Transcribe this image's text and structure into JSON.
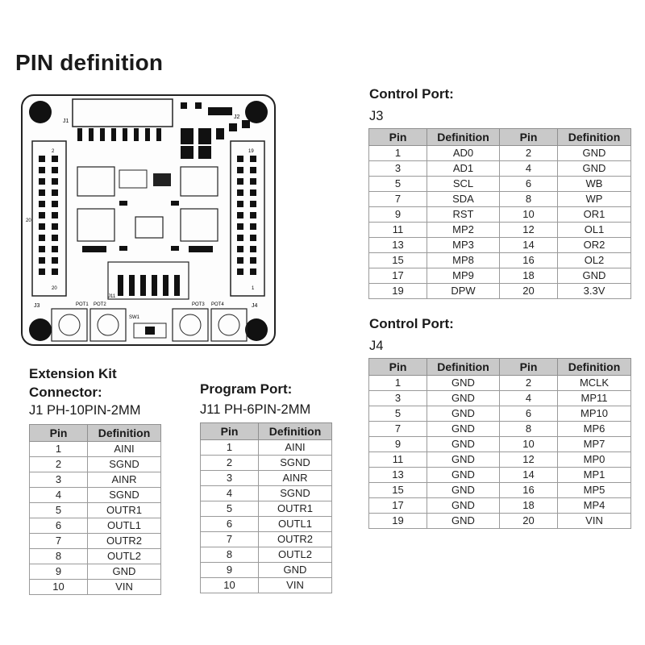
{
  "title": "PIN definition",
  "board": {
    "labels": {
      "j1": "J1",
      "j2": "J2",
      "j3": "J3",
      "j4": "J4",
      "j11": "J11",
      "sw1": "SW1",
      "pot1": "POT1",
      "pot2": "POT2",
      "pot3": "POT3",
      "pot4": "POT4",
      "h2": "2",
      "h20": "20",
      "h19": "19",
      "h1": "1"
    }
  },
  "control_j3": {
    "title": "Control Port:",
    "subtitle": "J3",
    "headers": [
      "Pin",
      "Definition",
      "Pin",
      "Definition"
    ],
    "rows": [
      [
        "1",
        "AD0",
        "2",
        "GND"
      ],
      [
        "3",
        "AD1",
        "4",
        "GND"
      ],
      [
        "5",
        "SCL",
        "6",
        "WB"
      ],
      [
        "7",
        "SDA",
        "8",
        "WP"
      ],
      [
        "9",
        "RST",
        "10",
        "OR1"
      ],
      [
        "11",
        "MP2",
        "12",
        "OL1"
      ],
      [
        "13",
        "MP3",
        "14",
        "OR2"
      ],
      [
        "15",
        "MP8",
        "16",
        "OL2"
      ],
      [
        "17",
        "MP9",
        "18",
        "GND"
      ],
      [
        "19",
        "DPW",
        "20",
        "3.3V"
      ]
    ]
  },
  "control_j4": {
    "title": "Control Port:",
    "subtitle": "J4",
    "headers": [
      "Pin",
      "Definition",
      "Pin",
      "Definition"
    ],
    "rows": [
      [
        "1",
        "GND",
        "2",
        "MCLK"
      ],
      [
        "3",
        "GND",
        "4",
        "MP11"
      ],
      [
        "5",
        "GND",
        "6",
        "MP10"
      ],
      [
        "7",
        "GND",
        "8",
        "MP6"
      ],
      [
        "9",
        "GND",
        "10",
        "MP7"
      ],
      [
        "11",
        "GND",
        "12",
        "MP0"
      ],
      [
        "13",
        "GND",
        "14",
        "MP1"
      ],
      [
        "15",
        "GND",
        "16",
        "MP5"
      ],
      [
        "17",
        "GND",
        "18",
        "MP4"
      ],
      [
        "19",
        "GND",
        "20",
        "VIN"
      ]
    ]
  },
  "extension": {
    "title_line1": "Extension Kit",
    "title_line2": "Connector:",
    "subtitle": "J1 PH-10PIN-2MM",
    "headers": [
      "Pin",
      "Definition"
    ],
    "rows": [
      [
        "1",
        "AINI"
      ],
      [
        "2",
        "SGND"
      ],
      [
        "3",
        "AINR"
      ],
      [
        "4",
        "SGND"
      ],
      [
        "5",
        "OUTR1"
      ],
      [
        "6",
        "OUTL1"
      ],
      [
        "7",
        "OUTR2"
      ],
      [
        "8",
        "OUTL2"
      ],
      [
        "9",
        "GND"
      ],
      [
        "10",
        "VIN"
      ]
    ]
  },
  "program": {
    "title": "Program Port:",
    "subtitle": "J11 PH-6PIN-2MM",
    "headers": [
      "Pin",
      "Definition"
    ],
    "rows": [
      [
        "1",
        "AINI"
      ],
      [
        "2",
        "SGND"
      ],
      [
        "3",
        "AINR"
      ],
      [
        "4",
        "SGND"
      ],
      [
        "5",
        "OUTR1"
      ],
      [
        "6",
        "OUTL1"
      ],
      [
        "7",
        "OUTR2"
      ],
      [
        "8",
        "OUTL2"
      ],
      [
        "9",
        "GND"
      ],
      [
        "10",
        "VIN"
      ]
    ]
  }
}
